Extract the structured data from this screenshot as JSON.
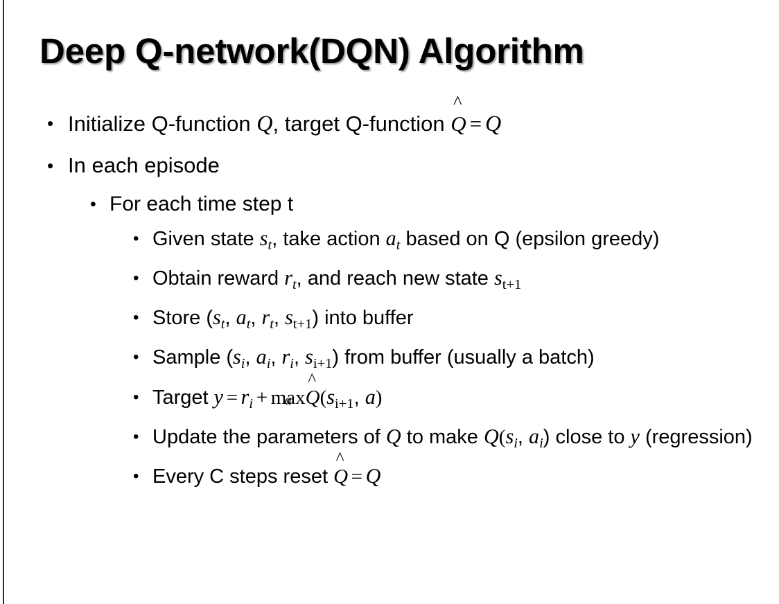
{
  "slide": {
    "title": "Deep Q-network(DQN) Algorithm",
    "background_color": "#ffffff",
    "text_color": "#000000",
    "left_border_color": "#2b2b2b",
    "bullet_glyph": "•"
  },
  "content": {
    "level1": [
      {
        "id": "initialize",
        "plain": "Initialize Q-function Q, target Q-function Q̂ = Q"
      },
      {
        "id": "in-each-episode",
        "plain": "In each episode"
      }
    ],
    "level2": [
      {
        "id": "for-each-time-step",
        "plain": "For each time step t"
      }
    ],
    "level3": [
      {
        "id": "given-state",
        "plain": "Given state s_t, take action a_t based on Q (epsilon greedy)"
      },
      {
        "id": "obtain-reward",
        "plain": "Obtain reward r_t, and reach new state s_t+1"
      },
      {
        "id": "store-transition",
        "plain": "Store (s_t, a_t, r_t, s_t+1) into buffer"
      },
      {
        "id": "sample-batch",
        "plain": "Sample (s_i, a_i, r_i, s_i+1) from buffer (usually a batch)"
      },
      {
        "id": "target-y",
        "plain": "Target y = r_i + max_a Q̂(s_i+1, a)"
      },
      {
        "id": "update-parameters",
        "plain": "Update the parameters of Q to make Q(s_i, a_i) close to y (regression)"
      },
      {
        "id": "reset-target",
        "plain": "Every C steps reset Q̂ = Q"
      }
    ]
  },
  "tokens": {
    "initialize_pre": "Initialize Q-function ",
    "initialize_mid": ", target Q-function ",
    "in_each_episode": "In each episode",
    "for_each_time_step": "For each time step t",
    "given_pre": "Given state ",
    "given_mid": ", take action ",
    "given_post": " based on Q (epsilon greedy)",
    "obtain_pre": "Obtain reward ",
    "obtain_mid": ", and reach new state ",
    "store_pre": "Store (",
    "store_post": ") into buffer",
    "sample_pre": "Sample (",
    "sample_post": ") from buffer (usually a batch)",
    "target_pre": "Target ",
    "update_pre": "Update the parameters of ",
    "update_mid": " to make ",
    "update_post": ") close to ",
    "update_end": " (regression)",
    "every_pre": "Every C steps reset ",
    "comma": ", ",
    "comma_tight": ",",
    "open_paren": "(",
    "close_paren": ")",
    "eq": "=",
    "plus": "+",
    "max": "max",
    "hat": "̂",
    "circumflex": "^",
    "var_Q": "Q",
    "var_q_hat": "Q",
    "var_s": "s",
    "var_a": "a",
    "var_r": "r",
    "var_y": "y",
    "sub_t": "t",
    "sub_i": "i",
    "sub_t_plus_1": "t+1",
    "sub_i_plus_1": "i+1"
  }
}
